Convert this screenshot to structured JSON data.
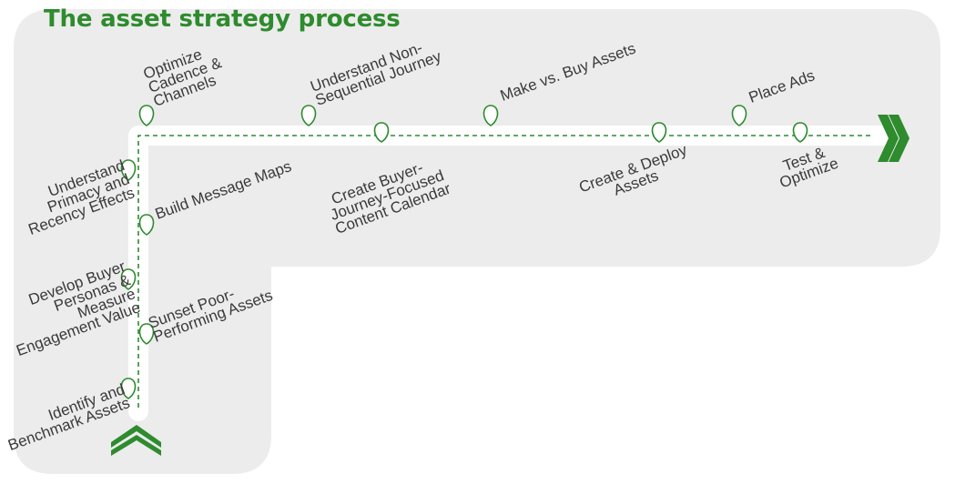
{
  "title": "The asset strategy process",
  "colors": {
    "accent": "#2e8b2e",
    "background_panel": "#ececec",
    "path": "#ffffff",
    "text": "#3a3a3a"
  },
  "start_marker_icon": "double-chevron-up-icon",
  "end_marker_icon": "double-chevron-right-icon",
  "steps": [
    {
      "label": "Identify and\nBenchmark Assets"
    },
    {
      "label": "Sunset Poor-\nPerforming Assets"
    },
    {
      "label": "Develop Buyer\nPersonas &\nMeasure\nEngagement Value"
    },
    {
      "label": "Build Message Maps"
    },
    {
      "label": "Understand\nPrimacy and\nRecency Effects"
    },
    {
      "label": "Optimize\nCadence &\nChannels"
    },
    {
      "label": "Understand Non-\nSequential Journey"
    },
    {
      "label": "Create Buyer-\nJourney-Focused\nContent Calendar"
    },
    {
      "label": "Make vs. Buy Assets"
    },
    {
      "label": "Create & Deploy\nAssets"
    },
    {
      "label": "Place Ads"
    },
    {
      "label": "Test &\nOptimize"
    }
  ]
}
